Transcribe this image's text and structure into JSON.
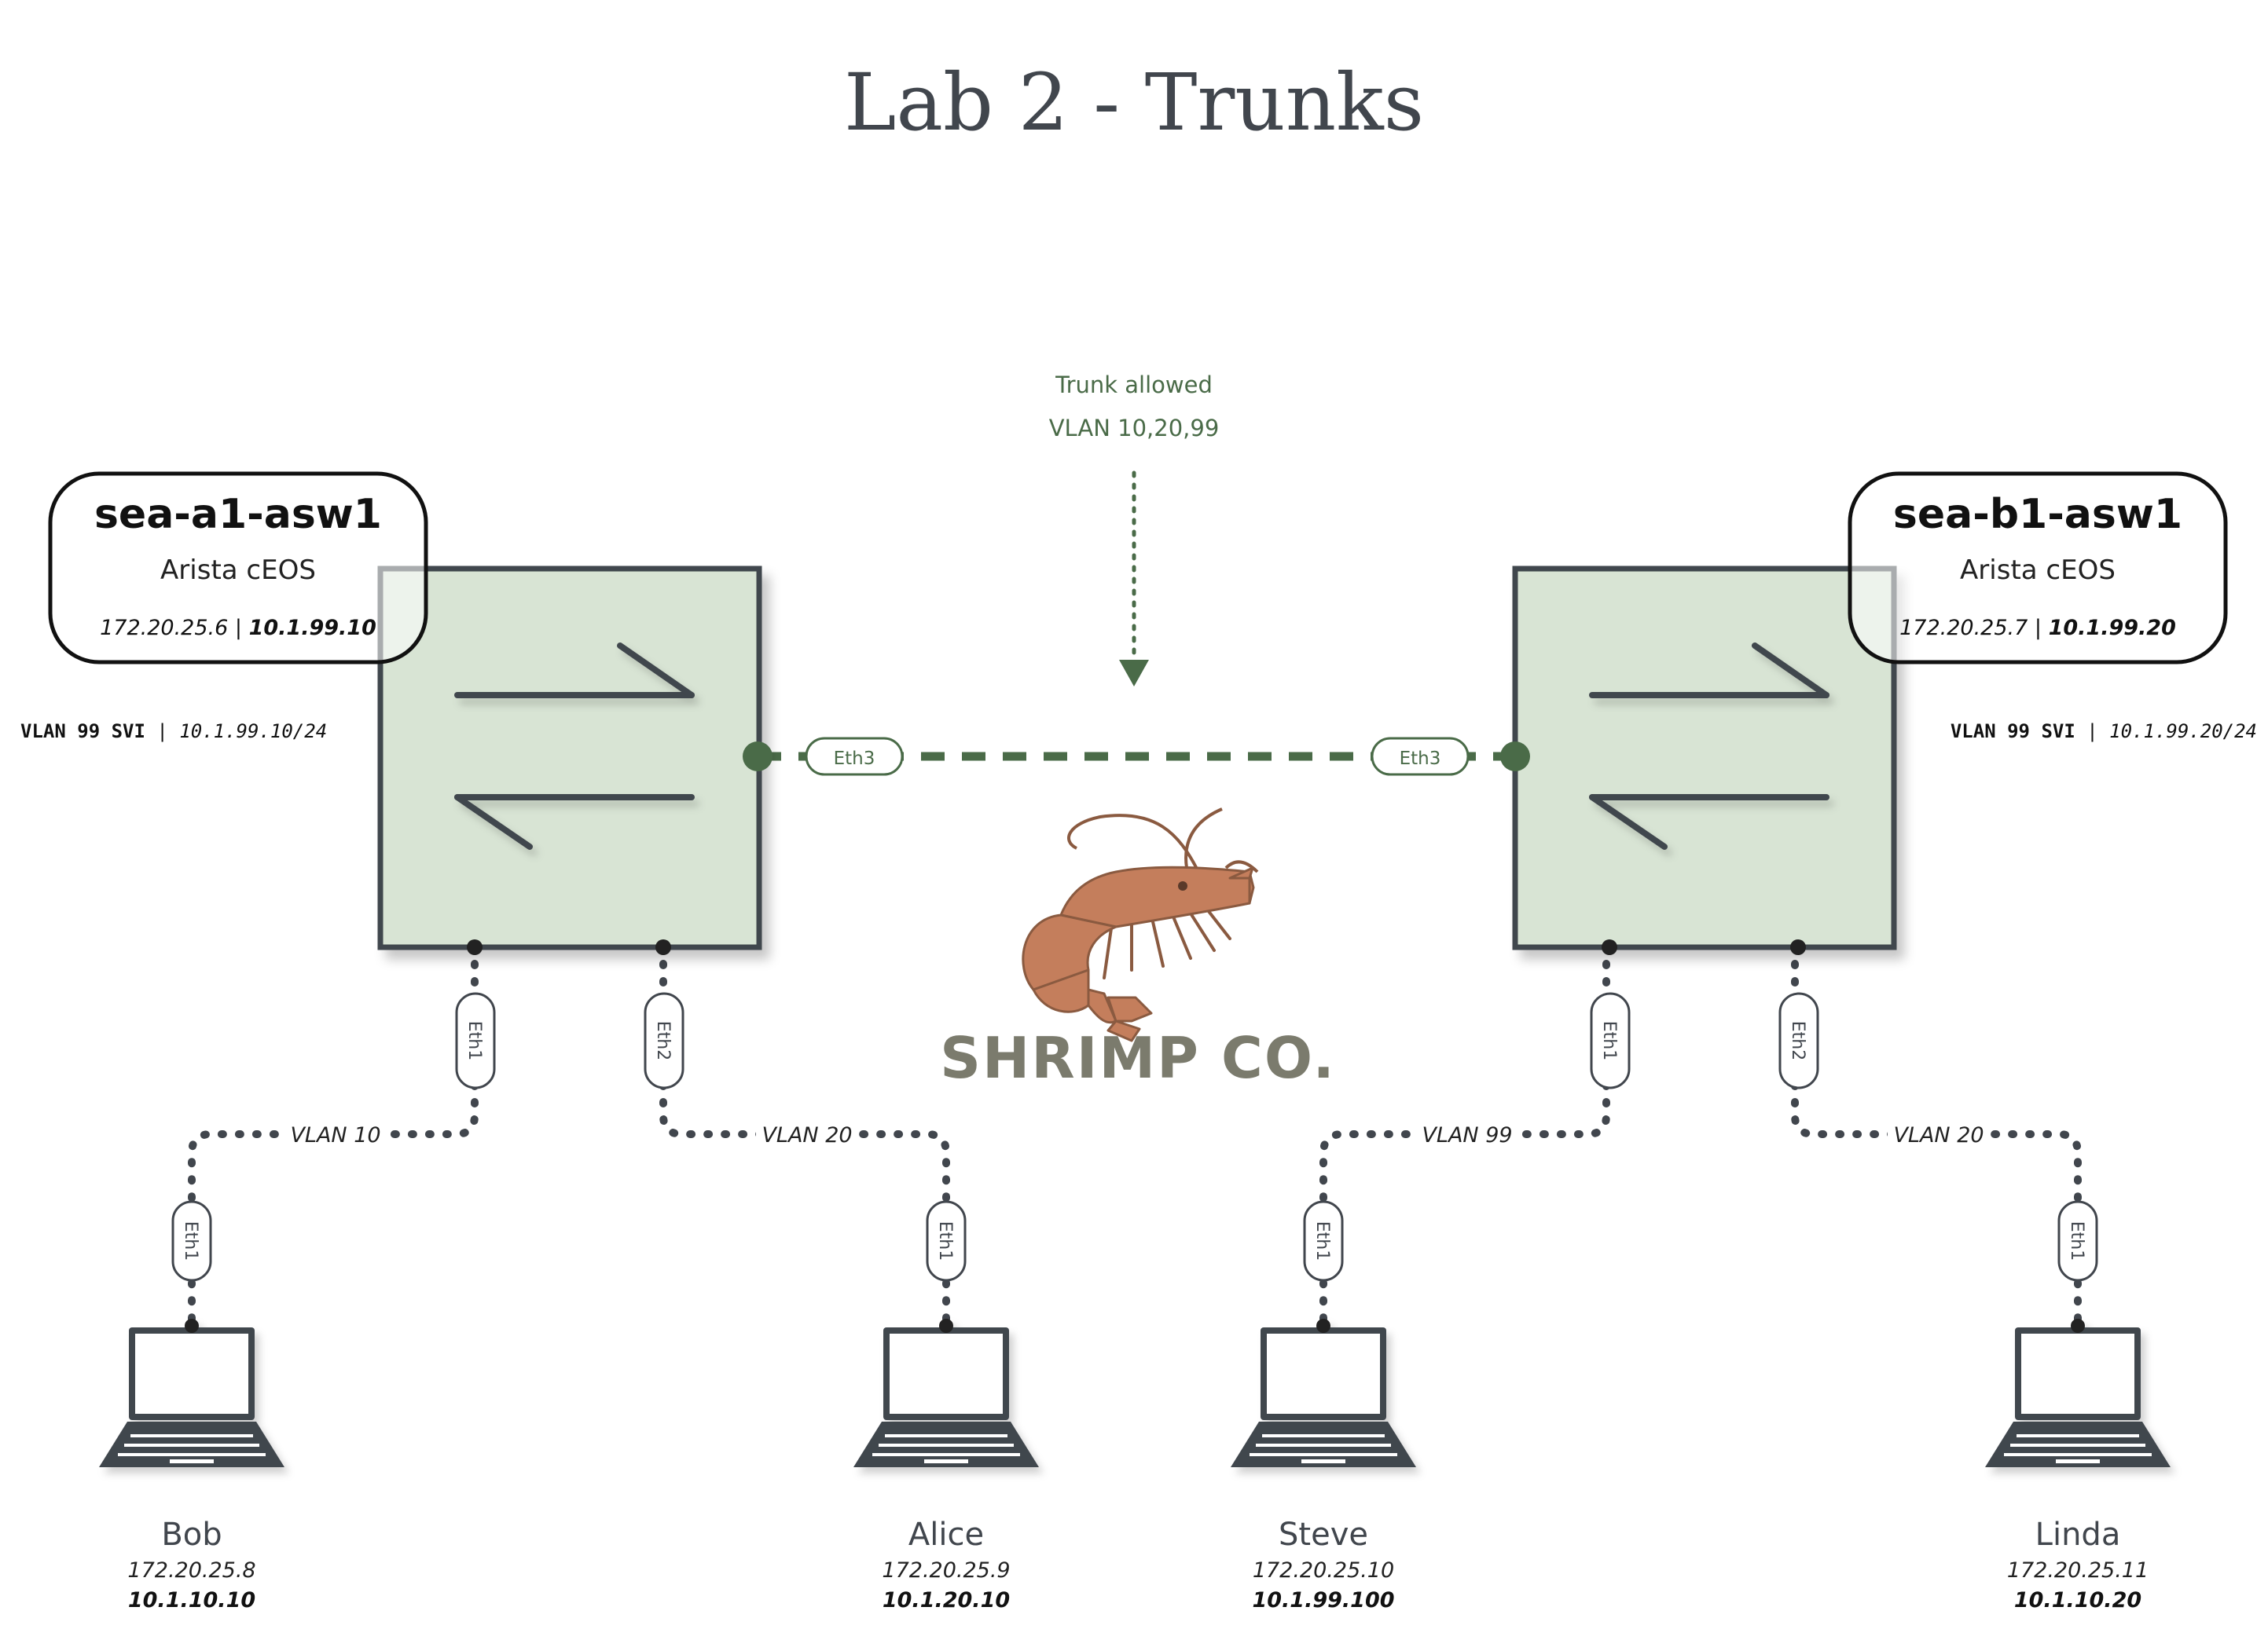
{
  "title": "Lab 2 - Trunks",
  "colors": {
    "switch_fill": "#d8e4d4",
    "device_dark": "#41464d",
    "trunk_green": "#4a6b48",
    "shrimp": "#c47e5c",
    "shrimp_outline": "#8a5a40",
    "logo_text": "#7b7b6d"
  },
  "trunk": {
    "line1": "Trunk allowed",
    "line2": "VLAN 10,20,99"
  },
  "logo": {
    "icon": "shrimp-icon",
    "text": "SHRIMP CO."
  },
  "switches": [
    {
      "name": "sea-a1-asw1",
      "model": "Arista cEOS",
      "mgmt_ip": "172.20.25.6",
      "svi_ip": "10.1.99.10",
      "svi_label": "VLAN 99 SVI",
      "svi_cidr": "10.1.99.10/24",
      "trunk_port": "Eth3",
      "ports": [
        "Eth1",
        "Eth2"
      ]
    },
    {
      "name": "sea-b1-asw1",
      "model": "Arista cEOS",
      "mgmt_ip": "172.20.25.7",
      "svi_ip": "10.1.99.20",
      "svi_label": "VLAN 99 SVI",
      "svi_cidr": "10.1.99.20/24",
      "trunk_port": "Eth3",
      "ports": [
        "Eth1",
        "Eth2"
      ]
    }
  ],
  "hosts": [
    {
      "name": "Bob",
      "mgmt_ip": "172.20.25.8",
      "ip": "10.1.10.10",
      "vlan": "VLAN 10",
      "port": "Eth1"
    },
    {
      "name": "Alice",
      "mgmt_ip": "172.20.25.9",
      "ip": "10.1.20.10",
      "vlan": "VLAN 20",
      "port": "Eth1"
    },
    {
      "name": "Steve",
      "mgmt_ip": "172.20.25.10",
      "ip": "10.1.99.100",
      "vlan": "VLAN 99",
      "port": "Eth1"
    },
    {
      "name": "Linda",
      "mgmt_ip": "172.20.25.11",
      "ip": "10.1.10.20",
      "vlan": "VLAN 20",
      "port": "Eth1"
    }
  ]
}
